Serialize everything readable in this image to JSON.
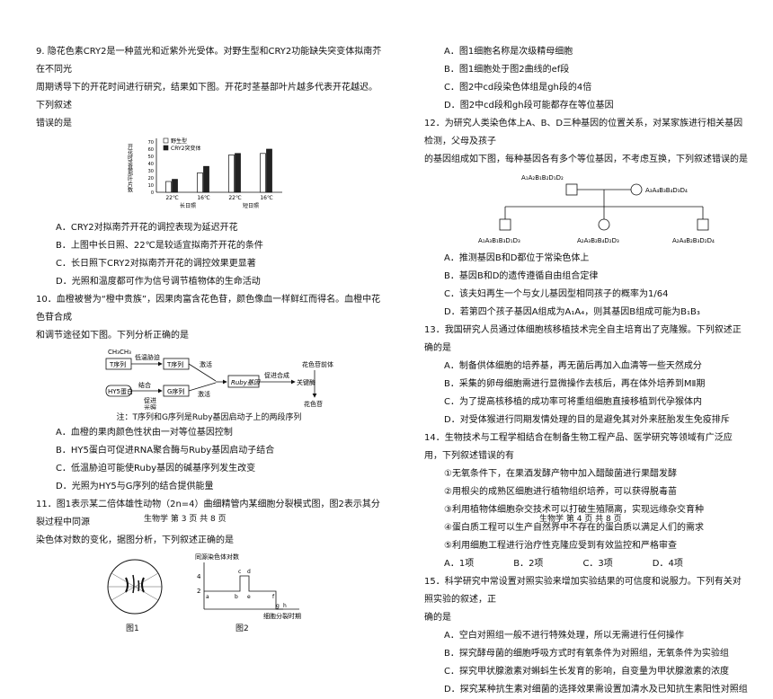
{
  "page_left": {
    "q9": {
      "stem1": "9. 隐花色素CRY2是一种蓝光和近紫外光受体。对野生型和CRY2功能缺失突变体拟南芥在不同光",
      "stem2": "周期诱导下的开花时间进行研究，结果如下图。开花时茎基部叶片越多代表开花越迟。下列叙述",
      "stem3": "错误的是",
      "options": [
        "A．CRY2对拟南芥开花的调控表现为延迟开花",
        "B．上图中长日照、22℃是较适宜拟南芥开花的条件",
        "C．长日照下CRY2对拟南芥开花的调控效果更显著",
        "D．光照和温度都可作为信号调节植物体的生命活动"
      ]
    },
    "q10": {
      "stem1": "10．血橙被誉为“橙中贵族”，因果肉富含花色苷，颜色像血一样鲜红而得名。血橙中花色苷合成",
      "stem2": "和调节途径如下图。下列分析正确的是",
      "caption": "注：T序列和G序列是Ruby基因启动子上的两段序列",
      "options": [
        "A．血橙的果肉颜色性状由一对等位基因控制",
        "B．HY5蛋白可促进RNA聚合酶与Ruby基因启动子结合",
        "C．低温胁迫可能使Ruby基因的碱基序列发生改变",
        "D．光照为HY5与G序列的结合提供能量"
      ]
    },
    "q11": {
      "stem1": "11．图1表示某二倍体雄性动物（2n=4）曲细精管内某细胞分裂模式图，图2表示其分裂过程中同源",
      "stem2": "染色体对数的变化，据图分析，下列叙述正确的是",
      "fig1": "图1",
      "fig2": "图2"
    },
    "footer": "生物学  第 3 页  共 8 页"
  },
  "page_right": {
    "q11_options": [
      "A．图1细胞名称是次级精母细胞",
      "B．图1细胞处于图2曲线的ef段",
      "C．图2中cd段染色体组是gh段的4倍",
      "D．图2中cd段和gh段可能都存在等位基因"
    ],
    "q12": {
      "stem1": "12．为研究人类染色体上A、B、D三种基因的位置关系，对某家族进行相关基因检测，父母及孩子",
      "stem2": "的基因组成如下图，每种基因各有多个等位基因，不考虑互换，下列叙述错误的是",
      "options": [
        "A．推测基因B和D都位于常染色体上",
        "B．基因B和D的遗传遵循自由组合定律",
        "C．该夫妇再生一个与女儿基因型相同孩子的概率为1/64",
        "D．若第四个孩子基因A组成为A₁A₄，则其基因B组成可能为B₁B₃"
      ]
    },
    "q13": {
      "stem1": "13．我国研究人员通过体细胞核移植技术完全自主培育出了克隆猴。下列叙述正确的是",
      "options": [
        "A．制备供体细胞的培养基，再无菌后再加入血清等一些天然成分",
        "B．采集的卵母细胞需进行显微操作去核后，再在体外培养到MⅡ期",
        "C．为了提高核移植的成功率可将重组细胞直接移植到代孕猴体内",
        "D．对受体猴进行同期发情处理的目的是避免其对外来胚胎发生免疫排斥"
      ]
    },
    "q14": {
      "stem1": "14．生物技术与工程学相结合在制备生物工程产品、医学研究等领域有广泛应用，下列叙述错误的有",
      "items": [
        "①无氧条件下，在果酒发酵产物中加入醋酸菌进行果醋发酵",
        "②用根尖的成熟区细胞进行植物组织培养，可以获得脱毒苗",
        "③利用植物体细胞杂交技术可以打破生殖隔离，实现远缘杂交育种",
        "④蛋白质工程可以生产自然界中不存在的蛋白质以满足人们的需求",
        "⑤利用细胞工程进行治疗性克隆应受到有效监控和严格审查"
      ],
      "choices": [
        "A．1项",
        "B．2项",
        "C．3项",
        "D．4项"
      ]
    },
    "q15": {
      "stem1": "15．科学研究中常设置对照实验来增加实验结果的可信度和说服力。下列有关对照实验的叙述，正",
      "stem2": "确的是",
      "options": [
        "A．空白对照组一般不进行特殊处理，所以无需进行任何操作",
        "B．探究酵母菌的细胞呼吸方式时有氧条件为对照组，无氧条件为实验组",
        "C．探究甲状腺激素对蝌蚪生长发育的影响，自变量为甲状腺激素的浓度",
        "D．探究某种抗生素对细菌的选择效果需设置加清水及已知抗生素阳性对照组"
      ]
    },
    "footer": "生物学  第 4 页  共 8 页"
  },
  "chart_data": {
    "type": "bar",
    "title": "",
    "ylabel": "开花时茎基部叶片数",
    "ylim": [
      0,
      70
    ],
    "yticks": [
      "0",
      "10",
      "20",
      "30",
      "40",
      "50",
      "60",
      "70"
    ],
    "categories": [
      "22℃",
      "16℃",
      "22℃",
      "16℃"
    ],
    "groups": [
      "长日照",
      "短日照"
    ],
    "series": [
      {
        "name": "野生型",
        "values": [
          15,
          27,
          52,
          54
        ]
      },
      {
        "name": "CRY2突变体",
        "values": [
          18,
          36,
          54,
          60
        ]
      }
    ],
    "colors": {
      "野生型": "#ffffff",
      "CRY2突变体": "#222222"
    },
    "legend": "top-left"
  },
  "pathway": {
    "t_seq": "T序列",
    "g_seq": "G序列",
    "hy5": "HY5蛋白",
    "ch3": "CH₃CH₃",
    "low_temp": "低温胁迫",
    "activate1": "激活",
    "activate2": "激活",
    "bind": "结合",
    "promote": "促进",
    "light": "光照",
    "ruby": "Ruby基因",
    "synth": "促进合成",
    "precursor": "花色苷前体",
    "enzyme": "关键酶",
    "anthocyanin": "花色苷"
  },
  "chromo_graph": {
    "ylabel": "同源染色体对数",
    "xlabel": "细胞分裂时期",
    "y_values": [
      "4",
      "2"
    ],
    "points": [
      "a",
      "b",
      "c",
      "d",
      "e",
      "f",
      "g",
      "h"
    ]
  },
  "pedigree": {
    "father": "A₁A₂B₁B₂D₁D₂",
    "mother": "A₃A₄B₃B₄D₃D₄",
    "child1": "A₁A₃B₁B₃D₁D₃",
    "child2": "A₂A₃B₂B₄D₂D₃",
    "child3": "A₂A₄B₂B₃D₂D₄"
  }
}
